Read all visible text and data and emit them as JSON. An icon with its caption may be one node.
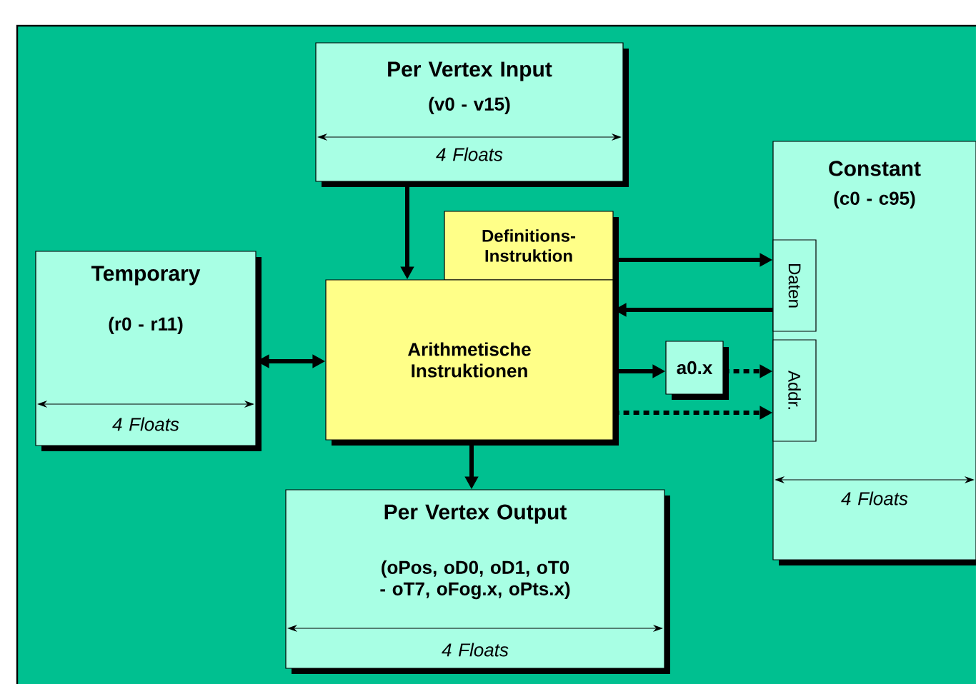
{
  "diagram": {
    "nodes": [
      {
        "text": [
          "Per Vertex Input",
          "(v0 - v15)",
          "4 Floats"
        ]
      },
      {
        "text": [
          "Temporary",
          "(r0 - r11)",
          "4 Floats"
        ]
      },
      {
        "text": [
          "Constant",
          "(c0 - c95)",
          "4 Floats"
        ]
      },
      {
        "text": [
          "Daten"
        ],
        "in": 2
      },
      {
        "text": [
          "Addr."
        ],
        "in": 2
      },
      {
        "text": [
          "Definitions- Instruktion"
        ]
      },
      {
        "text": [
          "Arithmetische Instruktionen"
        ]
      },
      {
        "text": [
          "a0.x"
        ]
      },
      {
        "text": [
          "Per Vertex Output",
          "(oPos, oD0, oD1, oT0 - oT7, oFog.x, oPts.x)",
          "4 Floats"
        ]
      }
    ],
    "edges": [
      {
        "from": 0,
        "to": 6,
        "arrow": "to"
      },
      {
        "from": 1,
        "to": 6,
        "arrow": "both"
      },
      {
        "from": 5,
        "to": 3,
        "arrow": "to"
      },
      {
        "from": 3,
        "to": 6,
        "arrow": "to"
      },
      {
        "from": 6,
        "to": 7,
        "arrow": "to"
      },
      {
        "from": 7,
        "to": 4,
        "arrow": "to",
        "style": "dashed"
      },
      {
        "from": 6,
        "to": 4,
        "arrow": "to",
        "style": "dashed"
      },
      {
        "from": 6,
        "to": 8,
        "arrow": "to"
      }
    ]
  }
}
